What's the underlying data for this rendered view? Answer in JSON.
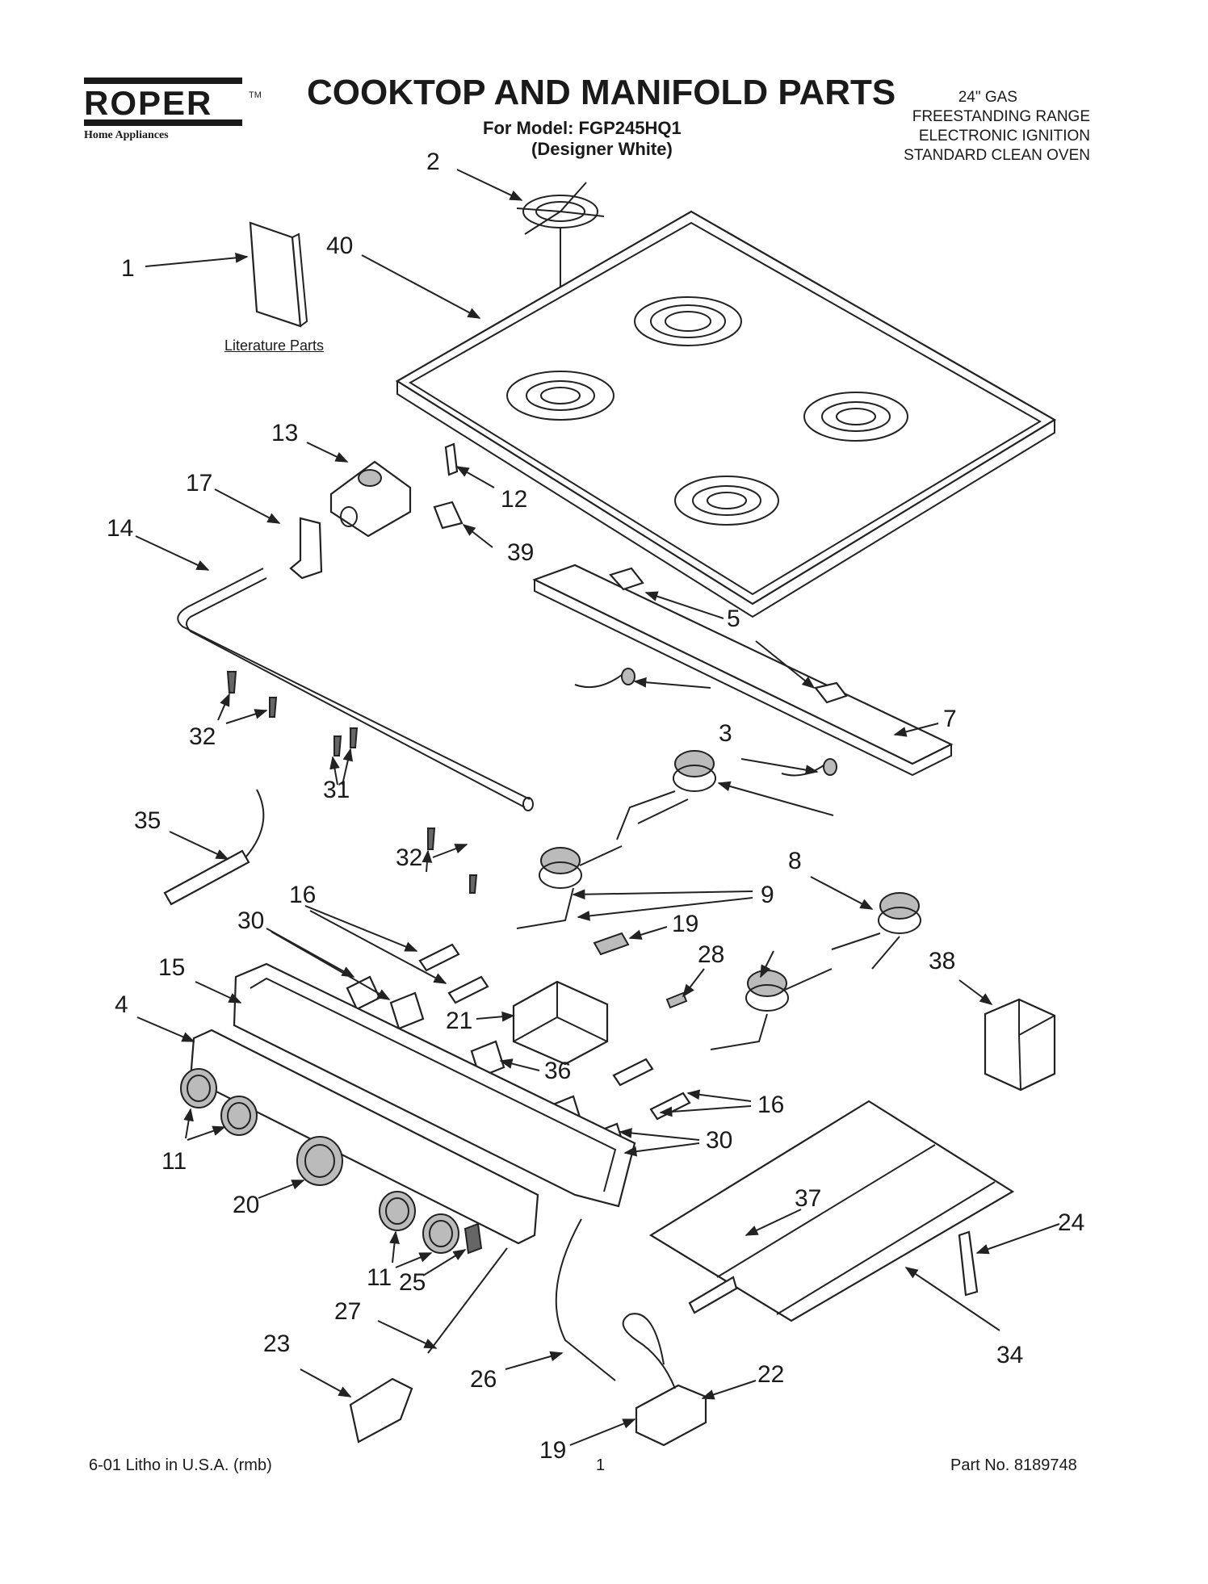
{
  "header": {
    "brand": "ROPER",
    "trademark": "TM",
    "brand_subtitle": "Home Appliances",
    "title": "COOKTOP AND MANIFOLD PARTS",
    "model_line": "For Model: FGP245HQ1",
    "color_line": "(Designer White)",
    "spec_lines": [
      "24\" GAS",
      "FREESTANDING RANGE",
      "ELECTRONIC IGNITION",
      "STANDARD CLEAN OVEN"
    ]
  },
  "labels": {
    "literature_parts": "Literature Parts"
  },
  "callouts": {
    "c1": "1",
    "c2": "2",
    "c3": "3",
    "c4": "4",
    "c5": "5",
    "c7": "7",
    "c8": "8",
    "c9": "9",
    "c11a": "11",
    "c11b": "11",
    "c12": "12",
    "c13": "13",
    "c14": "14",
    "c15": "15",
    "c16a": "16",
    "c16b": "16",
    "c17": "17",
    "c19a": "19",
    "c19b": "19",
    "c20": "20",
    "c21": "21",
    "c22": "22",
    "c23": "23",
    "c24": "24",
    "c25": "25",
    "c26": "26",
    "c27": "27",
    "c28": "28",
    "c30a": "30",
    "c30b": "30",
    "c31": "31",
    "c32a": "32",
    "c32b": "32",
    "c34": "34",
    "c35": "35",
    "c36": "36",
    "c37": "37",
    "c38": "38",
    "c39": "39",
    "c40": "40"
  },
  "footer": {
    "left": "6-01 Litho in U.S.A. (rmb)",
    "page": "1",
    "part_no": "Part No. 8189748"
  }
}
